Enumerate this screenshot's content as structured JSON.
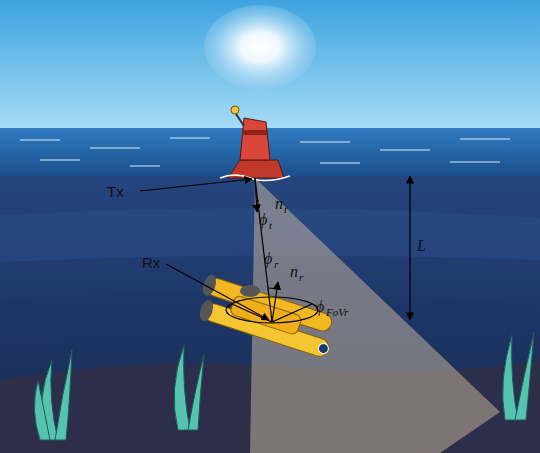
{
  "diagram": {
    "labels": [
      "Tx",
      "Rx",
      "n",
      "t",
      "ϕ",
      "t",
      "ϕ",
      "r",
      "n",
      "r",
      "ϕ",
      "FoVr",
      "L"
    ]
  }
}
